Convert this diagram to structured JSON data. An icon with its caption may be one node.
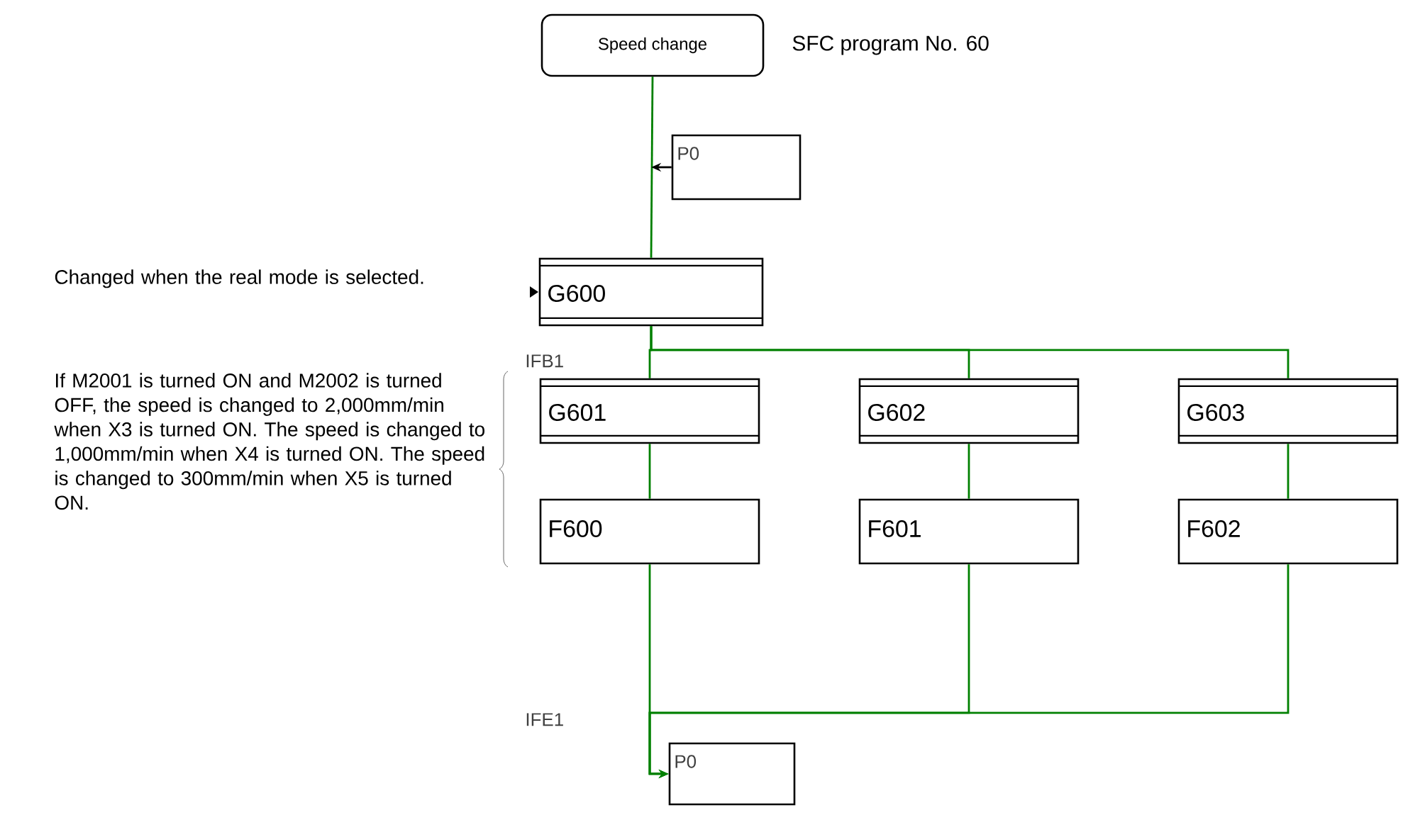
{
  "diagram": {
    "nodes": [
      {
        "text": [
          "Speed change"
        ],
        "beside": [
          "SFC program No. 60"
        ]
      },
      {
        "text": [
          "P0"
        ]
      },
      {
        "text": [
          "G600"
        ]
      },
      {
        "text": [
          "G601"
        ]
      },
      {
        "text": [
          "G602"
        ]
      },
      {
        "text": [
          "G603"
        ]
      },
      {
        "text": [
          "F600"
        ]
      },
      {
        "text": [
          "F601"
        ]
      },
      {
        "text": [
          "F602"
        ]
      },
      {
        "text": [
          "P0"
        ]
      }
    ],
    "edges": [
      {
        "from": 0,
        "to": 2,
        "arrow": "none"
      },
      {
        "from": 1,
        "to": null,
        "arrow": "to",
        "color": "#000000"
      },
      {
        "from": 2,
        "to": 3,
        "arrow": "none"
      },
      {
        "from": 2,
        "to": 4,
        "arrow": "none"
      },
      {
        "from": 2,
        "to": 5,
        "arrow": "none"
      },
      {
        "from": 3,
        "to": 6,
        "arrow": "none"
      },
      {
        "from": 4,
        "to": 7,
        "arrow": "none"
      },
      {
        "from": 5,
        "to": 8,
        "arrow": "none"
      },
      {
        "from": 6,
        "to": 9,
        "arrow": "to"
      },
      {
        "from": 7,
        "to": 9,
        "arrow": "to"
      },
      {
        "from": 8,
        "to": 9,
        "arrow": "to"
      }
    ],
    "labels": [
      "Changed when the real mode is selected.",
      "If M2001 is turned ON and M2002 is turned OFF, the speed is changed to 2,000mm/min when X3 is turned ON. The speed is changed to 1,000mm/min when X4 is turned ON. The speed is changed to 300mm/min when X5 is turned ON.",
      "IFB1",
      "IFE1"
    ]
  }
}
